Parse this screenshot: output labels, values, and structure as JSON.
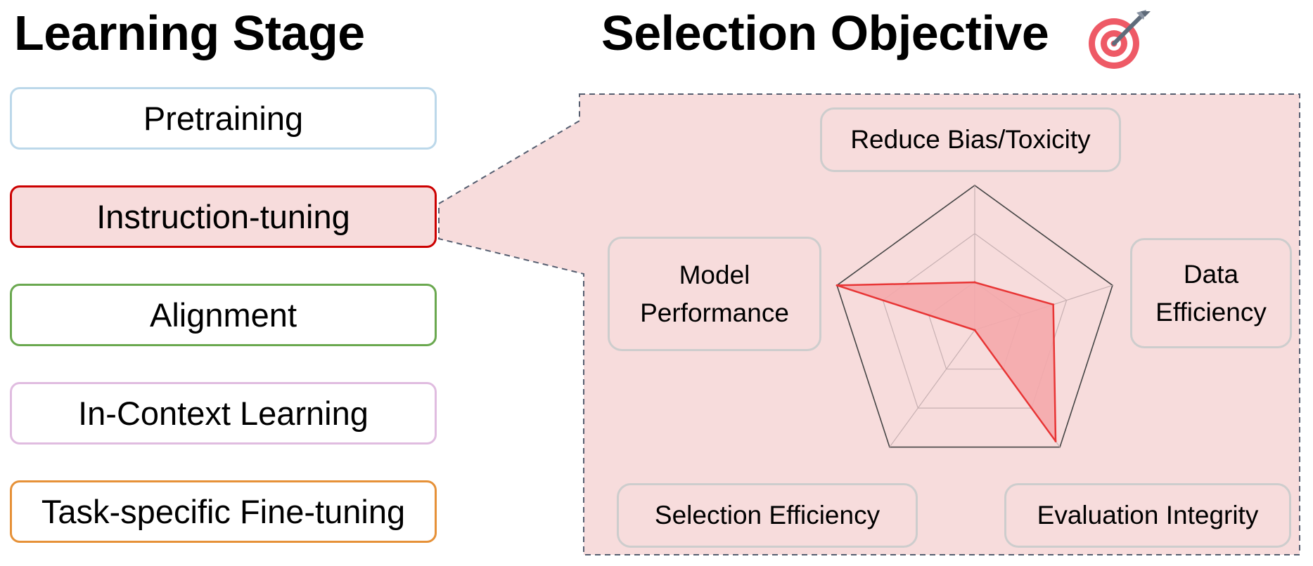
{
  "left_heading": "Learning Stage",
  "right_heading": "Selection Objective",
  "learning_stages": [
    {
      "label": "Pretraining",
      "border_color": "#bcd8ea",
      "fill": "#ffffff",
      "selected": false
    },
    {
      "label": "Instruction-tuning",
      "border_color": "#cc0000",
      "fill": "#f7dcdc",
      "selected": true
    },
    {
      "label": "Alignment",
      "border_color": "#6aa84f",
      "fill": "#ffffff",
      "selected": false
    },
    {
      "label": "In-Context Learning",
      "border_color": "#e0bce0",
      "fill": "#ffffff",
      "selected": false
    },
    {
      "label": "Task-specific Fine-tuning",
      "border_color": "#e69138",
      "fill": "#ffffff",
      "selected": false
    }
  ],
  "objectives": {
    "reduce_bias": "Reduce Bias/Toxicity",
    "data_efficiency": "Data\nEfficiency",
    "evaluation_integrity": "Evaluation Integrity",
    "selection_efficiency": "Selection Efficiency",
    "model_performance": "Model\nPerformance"
  },
  "chart_data": {
    "type": "radar",
    "axes": [
      "Reduce Bias/Toxicity",
      "Data Efficiency",
      "Evaluation Integrity",
      "Selection Efficiency",
      "Model Performance"
    ],
    "levels": 3,
    "range": [
      0,
      1
    ],
    "values": [
      0.33,
      0.57,
      0.95,
      0.0,
      1.0
    ],
    "fill_color": "#f4a9ab",
    "line_color": "#e83535",
    "grid_color": "#c7b0b2",
    "outline_color": "#444444"
  },
  "colors": {
    "panel_fill": "#f7dcdc",
    "panel_border": "#555e70",
    "objective_border": "#cdcdcd"
  },
  "icons": {
    "title_icon": "target-icon"
  }
}
